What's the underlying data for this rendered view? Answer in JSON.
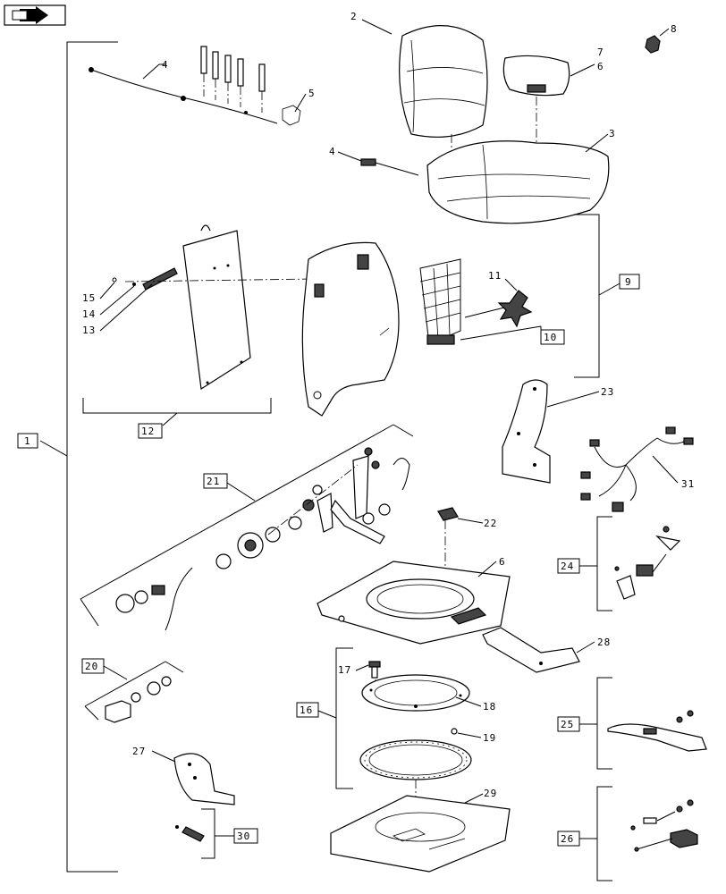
{
  "callouts": {
    "c1": "1",
    "c2": "2",
    "c3": "3",
    "c4a": "4",
    "c4b": "4",
    "c5": "5",
    "c6a": "6",
    "c6b": "6",
    "c7": "7",
    "c8": "8",
    "c9": "9",
    "c10": "10",
    "c11": "11",
    "c12": "12",
    "c13": "13",
    "c14": "14",
    "c15": "15",
    "c16": "16",
    "c17": "17",
    "c18": "18",
    "c19": "19",
    "c20": "20",
    "c21": "21",
    "c22": "22",
    "c23": "23",
    "c24": "24",
    "c25": "25",
    "c26": "26",
    "c27": "27",
    "c28": "28",
    "c29": "29",
    "c30": "30",
    "c31": "31"
  },
  "icons": {
    "nav": "next-page-arrow-icon"
  }
}
